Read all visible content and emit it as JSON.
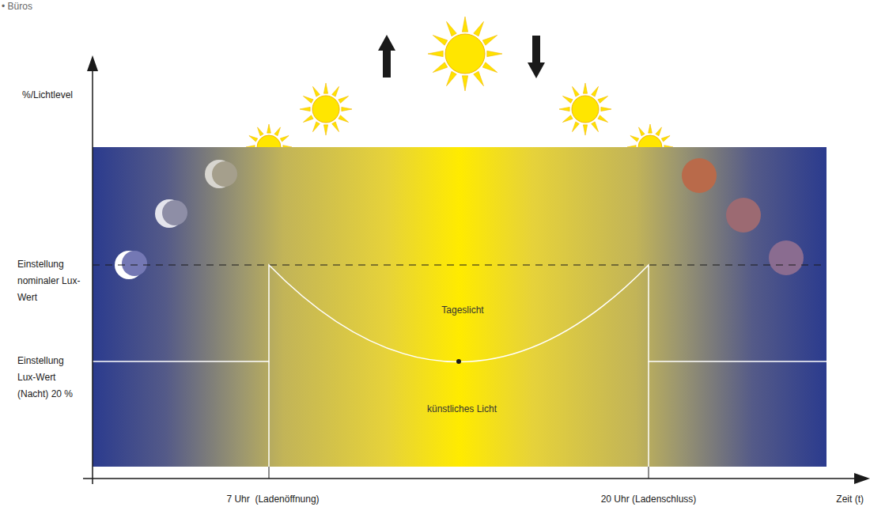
{
  "diagram": {
    "labels": [
      "• Büros",
      "%/Lichtlevel",
      "Einstellung nominaler Lux-Wert",
      "Einstellung Lux-Wert (Nacht) 20 %",
      "Tageslicht",
      "künstliches Licht",
      "7 Uhr  (Ladenöffnung)",
      "20 Uhr (Ladenschluss)",
      "Zeit (t)"
    ]
  }
}
